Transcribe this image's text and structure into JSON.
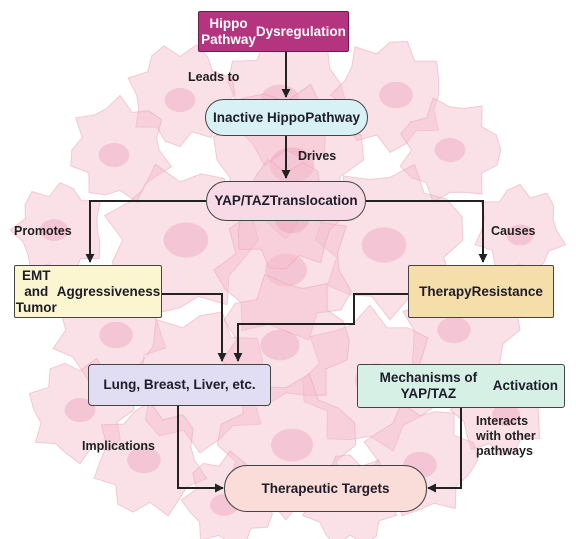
{
  "diagram": {
    "nodes": {
      "hippo_dysregulation": {
        "lines": [
          "Hippo Pathway",
          "Dysregulation"
        ],
        "fill": "#b4347f",
        "text_color": "#ffffff"
      },
      "inactive_hippo": {
        "lines": [
          "Inactive Hippo",
          "Pathway"
        ],
        "fill": "#d7f1f4",
        "text_color": "#1c1c2a"
      },
      "yap_taz_translocation": {
        "lines": [
          "YAP/TAZ",
          "Translocation"
        ],
        "fill": "#f8d9e6",
        "text_color": "#1c1c2a"
      },
      "emt": {
        "lines": [
          "EMT and Tumor",
          "Aggressiveness"
        ],
        "fill": "#fbf6cf",
        "text_color": "#1c1c2a"
      },
      "therapy_resistance": {
        "lines": [
          "Therapy",
          "Resistance"
        ],
        "fill": "#f5dea9",
        "text_color": "#1c1c2a"
      },
      "cancers": {
        "lines": [
          "Lung, Breast, Liver, etc."
        ],
        "fill": "#e1ddf3",
        "text_color": "#1c1c2a"
      },
      "mechanisms": {
        "lines": [
          "Mechanisms of YAP/TAZ",
          "Activation"
        ],
        "fill": "#d7f0e6",
        "text_color": "#1c1c2a"
      },
      "therapeutic_targets": {
        "lines": [
          "Therapeutic Targets"
        ],
        "fill": "#fadcd9",
        "text_color": "#1c1c2a"
      }
    },
    "edge_labels": {
      "leads_to": [
        "Leads to"
      ],
      "drives": [
        "Drives"
      ],
      "promotes": [
        "Promotes"
      ],
      "causes": [
        "Causes"
      ],
      "implications": [
        "Implications"
      ],
      "interacts": [
        "Interacts",
        "with other",
        "pathways"
      ]
    },
    "colors": {
      "edge": "#222222",
      "border": "#444444",
      "cells": "#f3bccc",
      "cell_core": "#e996b2"
    }
  }
}
